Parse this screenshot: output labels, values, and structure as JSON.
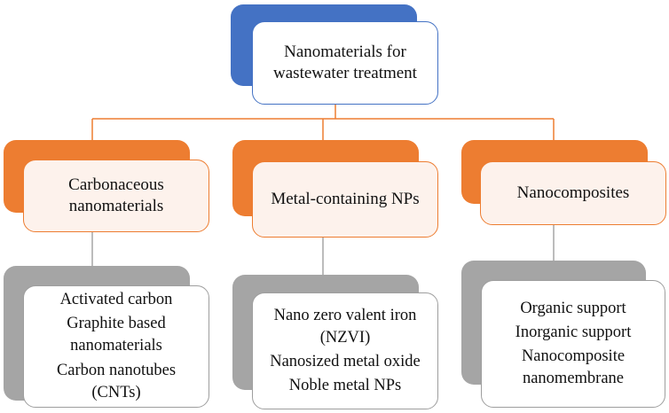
{
  "root": {
    "text": "Nanomaterials for wastewater treatment",
    "line1": "Nanomaterials for",
    "line2": "wastewater treatment"
  },
  "categories": [
    {
      "lines": [
        "Carbonaceous",
        "nanomaterials"
      ],
      "items": [
        [
          "Activated carbon"
        ],
        [
          "Graphite based",
          "nanomaterials"
        ],
        [
          "Carbon nanotubes",
          "(CNTs)"
        ]
      ]
    },
    {
      "lines": [
        "Metal-containing NPs"
      ],
      "items": [
        [
          "Nano zero valent iron",
          "(NZVI)"
        ],
        [
          "Nanosized metal oxide"
        ],
        [
          "Noble metal NPs"
        ]
      ]
    },
    {
      "lines": [
        "Nanocomposites"
      ],
      "items": [
        [
          "Organic support"
        ],
        [
          "Inorganic support"
        ],
        [
          "Nanocomposite",
          "nanomembrane"
        ]
      ]
    }
  ],
  "colors": {
    "root": "#4472C4",
    "category": "#ED7D31",
    "category_fill": "#FDF2EC",
    "item_shadow": "#A5A5A5"
  }
}
